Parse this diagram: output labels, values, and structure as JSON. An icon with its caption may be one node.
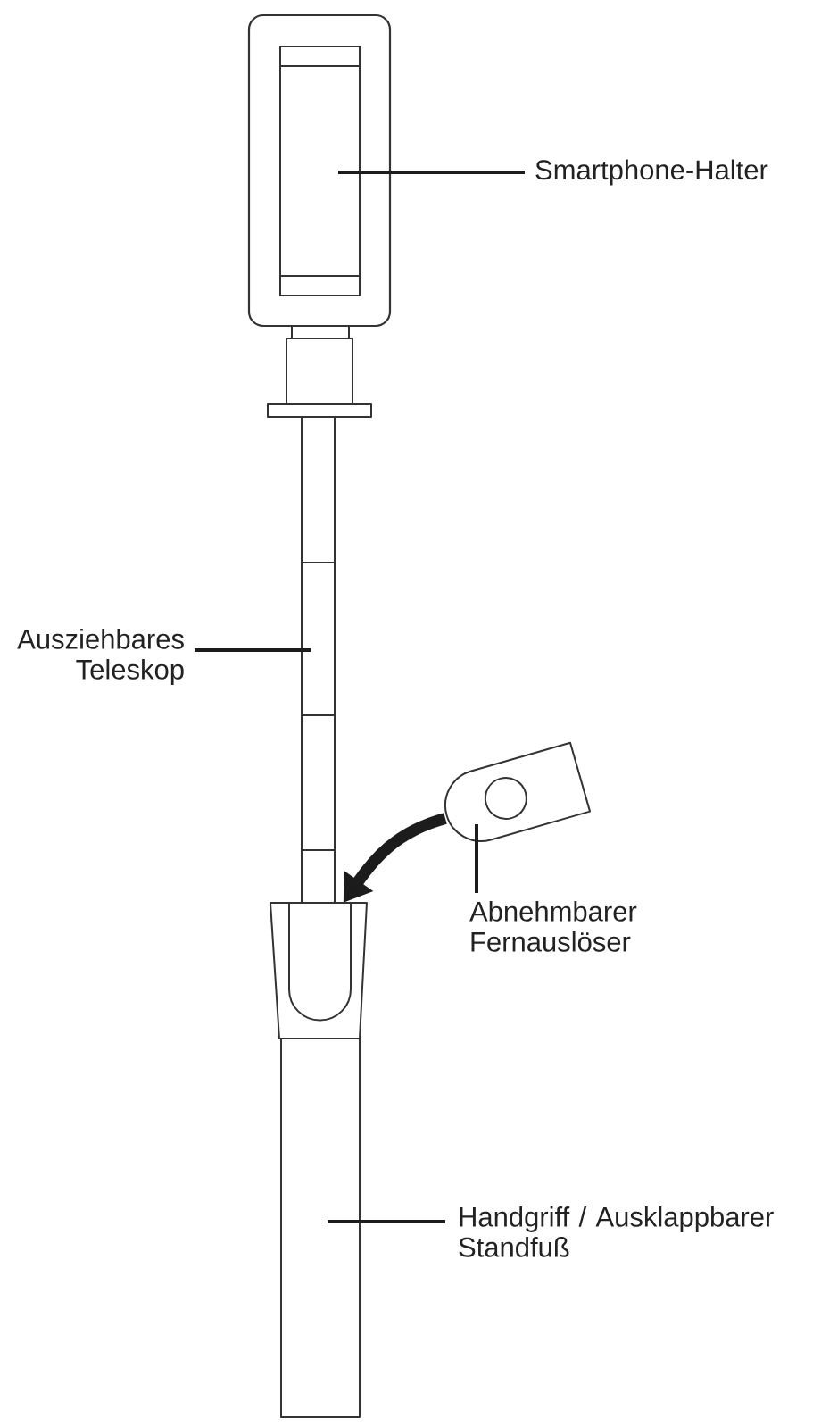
{
  "diagram": {
    "nodes": [
      {
        "text": [],
        "shape": "picture"
      },
      {
        "text": [
          "Smartphone-Halter"
        ]
      },
      {
        "text": [],
        "shape": "picture"
      },
      {
        "text": [
          "Ausziehbares Teleskop"
        ]
      },
      {
        "text": [],
        "shape": "picture"
      },
      {
        "text": [
          "Abnehmbarer Fernauslöser"
        ]
      },
      {
        "text": [],
        "shape": "picture"
      },
      {
        "text": [],
        "shape": "picture"
      },
      {
        "text": [
          "Handgriff / Ausklappbarer Standfuß"
        ]
      }
    ],
    "edges": [
      {
        "from": 1,
        "to": 0,
        "arrow": "none"
      },
      {
        "from": 3,
        "to": 2,
        "arrow": "none"
      },
      {
        "from": 5,
        "to": 4,
        "arrow": "none"
      },
      {
        "from": 4,
        "to": 6,
        "arrow": "to",
        "style": "thick"
      },
      {
        "from": 8,
        "to": 7,
        "arrow": "none"
      }
    ]
  }
}
